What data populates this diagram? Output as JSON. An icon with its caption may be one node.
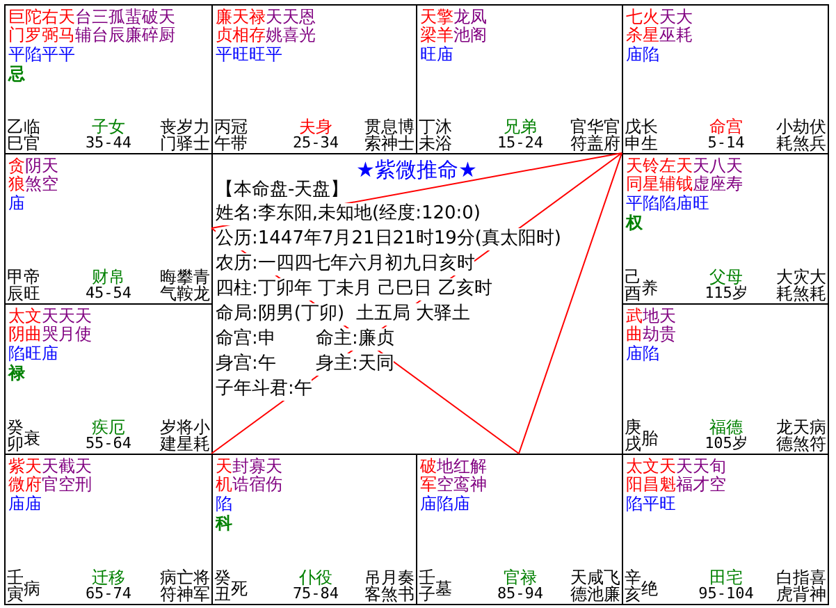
{
  "diagram": {
    "nodes": [
      {
        "text": [
          "巨门",
          "陀罗",
          "右弼",
          "天马",
          "台辅",
          "三台",
          "孤辰",
          "蜚廉",
          "破碎",
          "天厨",
          "平陷平平",
          "忌",
          "乙巳",
          "临官",
          "子女",
          "35-44",
          "丧门",
          "岁驿",
          "力士"
        ]
      },
      {
        "text": [
          "廉贞",
          "天相",
          "禄存",
          "天姚",
          "天喜",
          "恩光",
          "平旺旺平",
          "丙午",
          "冠带",
          "夫身",
          "25-34",
          "贯索",
          "息神",
          "博士"
        ]
      },
      {
        "text": [
          "天梁",
          "擎羊",
          "龙池",
          "凤阁",
          "旺庙",
          "丁未",
          "沐浴",
          "兄弟",
          "15-24",
          "官符",
          "华盖",
          "官府"
        ]
      },
      {
        "text": [
          "七杀",
          "火星",
          "天巫",
          "大耗",
          "庙陷",
          "戊申",
          "长生",
          "命宫",
          "5-14",
          "小耗",
          "劫煞",
          "伏兵"
        ]
      },
      {
        "text": [
          "贪狼",
          "阴煞",
          "天空",
          "庙",
          "甲辰",
          "帝旺",
          "财帛",
          "45-54",
          "晦气",
          "攀鞍",
          "青龙"
        ]
      },
      {
        "text": [
          "天同",
          "铃星",
          "左辅",
          "天钺",
          "天虚",
          "八座",
          "天寿",
          "平陷陷庙旺",
          "权",
          "己酉",
          "养",
          "父母",
          "115岁",
          "大耗",
          "灾煞",
          "大耗"
        ]
      },
      {
        "text": [
          "太阴",
          "文曲",
          "天哭",
          "天月",
          "天使",
          "陷旺庙",
          "禄",
          "癸卯",
          "衰",
          "疾厄",
          "55-64",
          "岁建",
          "将星",
          "小耗"
        ]
      },
      {
        "text": [
          "武曲",
          "地劫",
          "天贵",
          "庙陷",
          "庚戌",
          "胎",
          "福德",
          "105岁",
          "龙德",
          "天煞",
          "病符"
        ]
      },
      {
        "text": [
          "紫微",
          "天府",
          "天官",
          "截空",
          "天刑",
          "庙庙",
          "壬寅",
          "病",
          "迁移",
          "65-74",
          "病符",
          "亡神",
          "将军"
        ]
      },
      {
        "text": [
          "天机",
          "封诰",
          "寡宿",
          "天伤",
          "陷",
          "科",
          "癸丑",
          "死",
          "仆役",
          "75-84",
          "吊客",
          "月煞",
          "奏书"
        ]
      },
      {
        "text": [
          "破军",
          "地空",
          "红鸾",
          "解神",
          "庙陷庙",
          "壬子",
          "墓",
          "官禄",
          "85-94",
          "天德",
          "咸池",
          "飞廉"
        ]
      },
      {
        "text": [
          "太阳",
          "文昌",
          "天魁",
          "天福",
          "天才",
          "旬空",
          "陷平旺",
          "辛亥",
          "绝",
          "田宅",
          "95-104",
          "白虎",
          "指背",
          "喜神"
        ]
      }
    ],
    "edges": [
      {
        "from": 3,
        "to": 4,
        "arrow": "none"
      },
      {
        "from": 3,
        "to": 8,
        "arrow": "none"
      },
      {
        "from": 3,
        "to": 10,
        "arrow": "none"
      },
      {
        "from": 4,
        "to": 10,
        "arrow": "none"
      }
    ],
    "labels": [
      "★紫微推命★",
      "【本命盘-天盘】",
      "姓名:李东阳,未知地(经度:120:0)",
      "公历:1447年7月21日21时19分(真太阳时)",
      "农历:一四四七年六月初九日亥时",
      "四柱:丁卯年 丁未月 己巳日 乙亥时",
      "命局:阴男(丁卯)  土五局 大驿土",
      "命宫:申",
      "命主:廉贞",
      "身宫:午",
      "身主:天同",
      "子年斗君:午"
    ]
  }
}
